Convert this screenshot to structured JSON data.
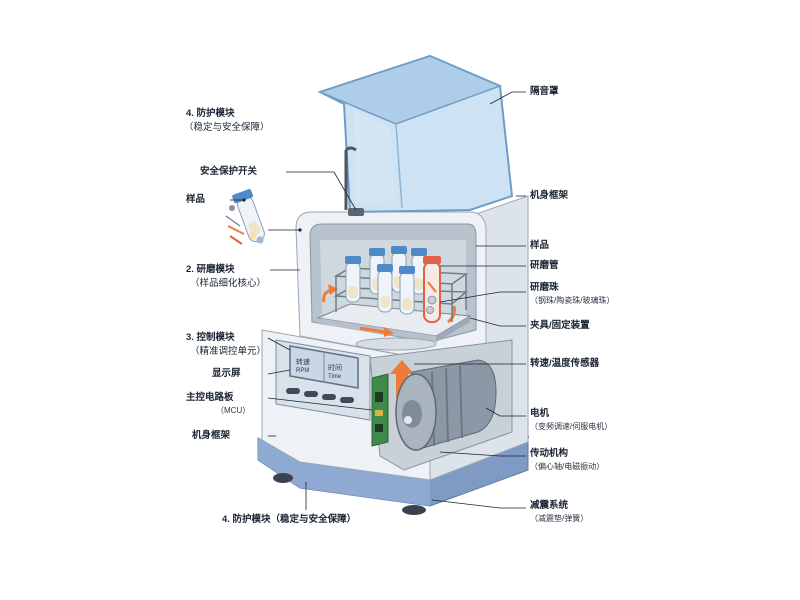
{
  "labels": {
    "protect_top_title": "4. 防护模块",
    "protect_top_sub": "（稳定与安全保障）",
    "safety_switch": "安全保护开关",
    "sample_left": "样品",
    "grind_module_title": "2. 研磨模块",
    "grind_module_sub": "（样品细化核心）",
    "control_module_title": "3. 控制模块",
    "control_module_sub": "（精准调控单元）",
    "display": "显示屏",
    "mcu_board": "主控电路板",
    "mcu_sub": "（MCU）",
    "body_frame_left": "机身框架",
    "protect_bottom": "4. 防护模块（稳定与安全保障）",
    "sound_cover": "隔音罩",
    "body_frame_right": "机身框架",
    "sample_right": "样品",
    "grind_tube": "研磨管",
    "grind_bead": "研磨珠",
    "grind_bead_sub": "（钢珠/陶瓷珠/玻璃珠）",
    "clamp": "夹具/固定装置",
    "sensor": "转速/温度传感器",
    "motor": "电机",
    "motor_sub": "（变频调速/伺服电机）",
    "transmission": "传动机构",
    "transmission_sub": "（偏心轴/电磁振动）",
    "damping": "减震系统",
    "damping_sub": "（减震垫/弹簧）"
  },
  "screen": {
    "left_label": "转速",
    "left_unit": "RPM",
    "right_label": "时间",
    "right_unit": "Time"
  },
  "colors": {
    "body": "#e9edf2",
    "body_shadow": "#c9d2dc",
    "base_blue": "#7f9bc4",
    "lid": "#bcd8ee",
    "lid_edge": "#6f9dc6",
    "motor": "#8b99a6",
    "orange": "#f07a3a",
    "screen": "#c9d6e6",
    "board": "#3f8a4a"
  }
}
